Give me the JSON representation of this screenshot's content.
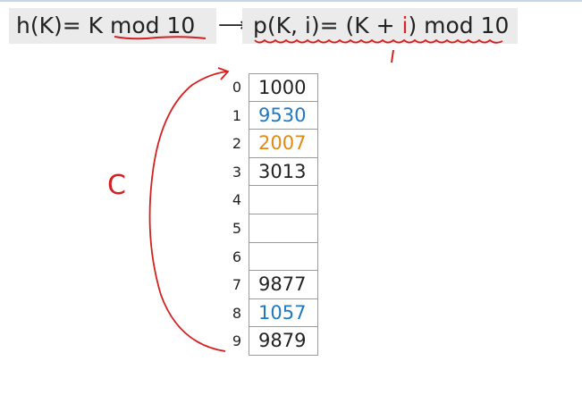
{
  "formulas": {
    "hash": {
      "prefix": "h(K)= K ",
      "mod": "mod 10"
    },
    "arrow": "⟶",
    "probe": {
      "prefix": "p(K, i)= (K + ",
      "i": "i",
      "suffix": ") mod 10"
    }
  },
  "annotation_letter": "C",
  "table": {
    "rows": [
      {
        "index": "0",
        "value": "1000",
        "color": "#222222"
      },
      {
        "index": "1",
        "value": "9530",
        "color": "#1f78c1"
      },
      {
        "index": "2",
        "value": "2007",
        "color": "#e08a14"
      },
      {
        "index": "3",
        "value": "3013",
        "color": "#222222"
      },
      {
        "index": "4",
        "value": "",
        "color": "#222222"
      },
      {
        "index": "5",
        "value": "",
        "color": "#222222"
      },
      {
        "index": "6",
        "value": "",
        "color": "#222222"
      },
      {
        "index": "7",
        "value": "9877",
        "color": "#222222"
      },
      {
        "index": "8",
        "value": "1057",
        "color": "#1f78c1"
      },
      {
        "index": "9",
        "value": "9879",
        "color": "#222222"
      }
    ]
  }
}
